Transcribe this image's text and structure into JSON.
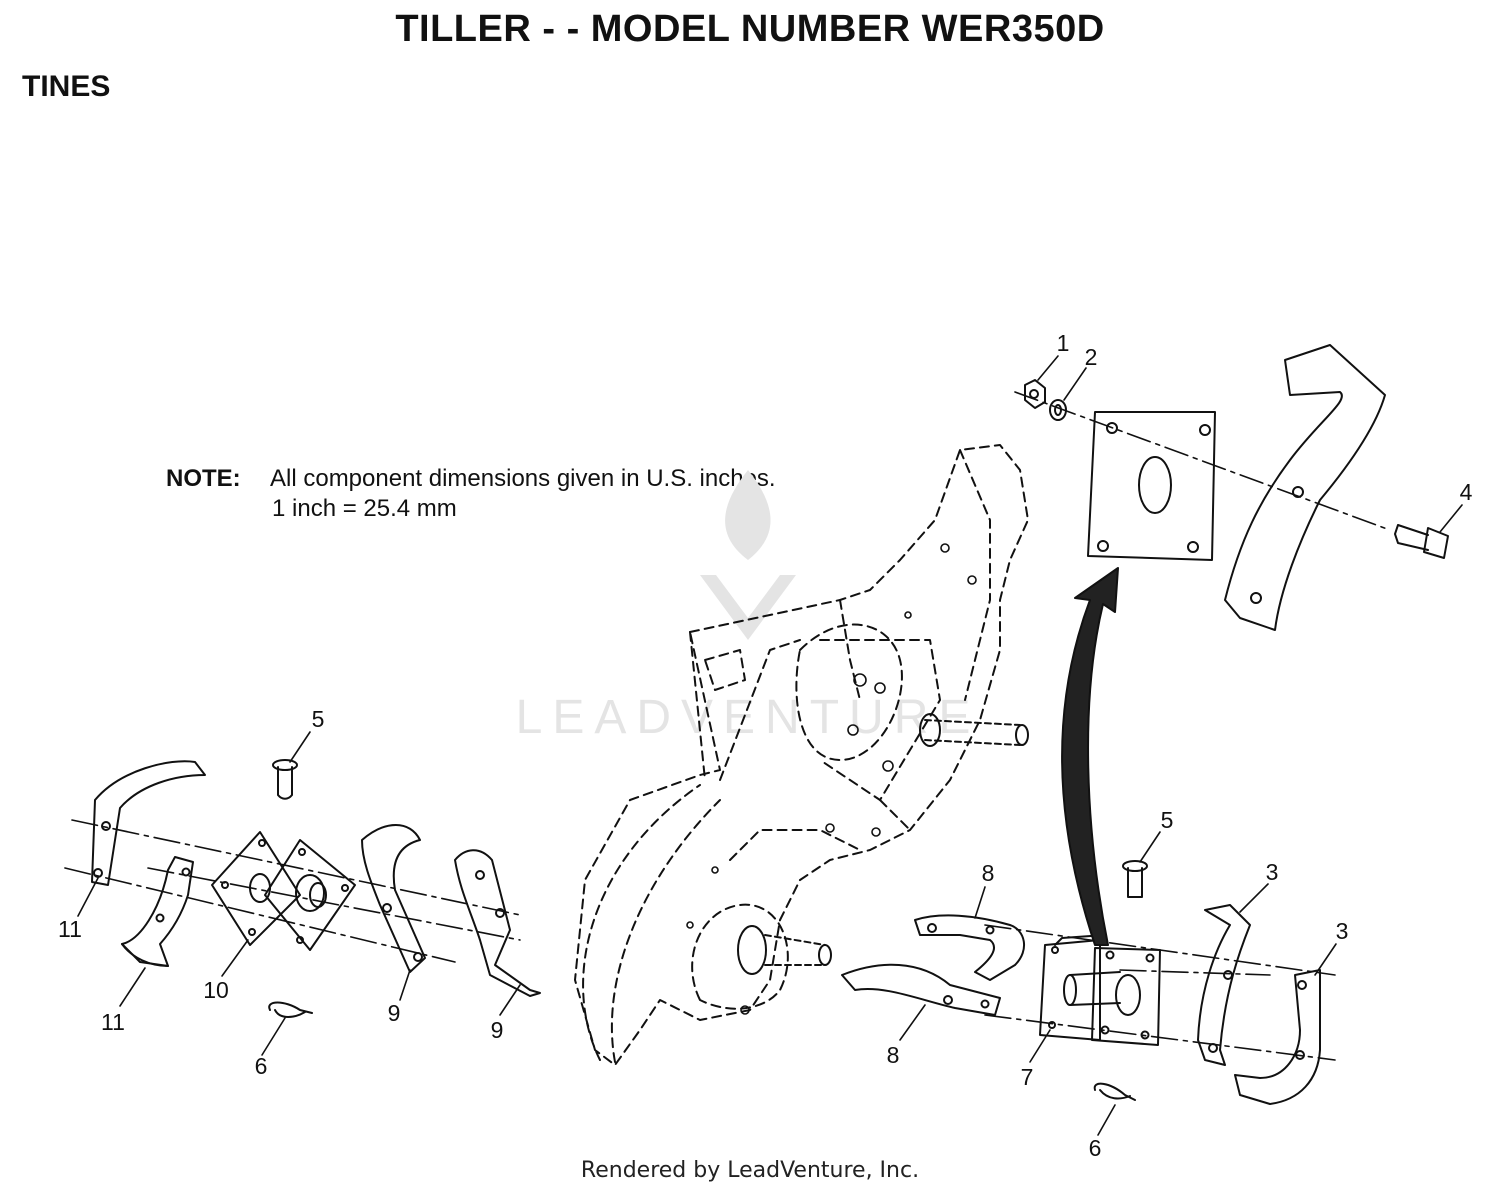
{
  "header": {
    "title": "TILLER - - MODEL NUMBER WER350D",
    "section": "TINES"
  },
  "note": {
    "label": "NOTE:",
    "line1": "All component dimensions given in U.S. inches.",
    "line2": "1 inch = 25.4 mm"
  },
  "watermark": {
    "text": "LEADVENTURE"
  },
  "footer": {
    "text": "Rendered by LeadVenture, Inc."
  },
  "callouts": [
    {
      "id": "c1",
      "text": "1"
    },
    {
      "id": "c2",
      "text": "2"
    },
    {
      "id": "c4",
      "text": "4"
    },
    {
      "id": "c5a",
      "text": "5"
    },
    {
      "id": "c5b",
      "text": "5"
    },
    {
      "id": "c8a",
      "text": "8"
    },
    {
      "id": "c3a",
      "text": "3"
    },
    {
      "id": "c3b",
      "text": "3"
    },
    {
      "id": "c11a",
      "text": "11"
    },
    {
      "id": "c11b",
      "text": "11"
    },
    {
      "id": "c10",
      "text": "10"
    },
    {
      "id": "c9a",
      "text": "9"
    },
    {
      "id": "c9b",
      "text": "9"
    },
    {
      "id": "c6a",
      "text": "6"
    },
    {
      "id": "c8b",
      "text": "8"
    },
    {
      "id": "c7",
      "text": "7"
    },
    {
      "id": "c6b",
      "text": "6"
    }
  ]
}
